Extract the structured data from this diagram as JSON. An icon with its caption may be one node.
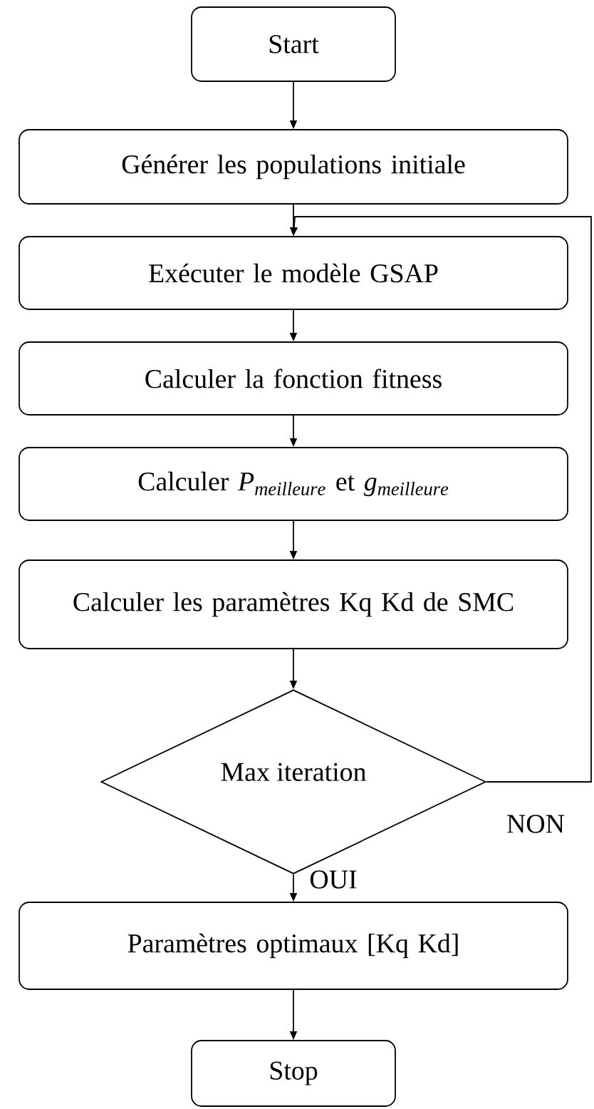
{
  "diagram": {
    "nodes": [
      {
        "text": [
          "Start"
        ]
      },
      {
        "text": [
          "Générer les populations initiale"
        ]
      },
      {
        "text": [
          "Exécuter le modèle GSAP"
        ]
      },
      {
        "text": [
          "Calculer la fonction fitness"
        ]
      },
      {
        "text": [
          "\\text{Calculer }P_{meilleure}\\text{ et }g_{meilleure}"
        ]
      },
      {
        "text": [
          "Calculer les paramètres Kq Kd de SMC"
        ]
      },
      {
        "text": [
          "Max iteration"
        ]
      },
      {
        "text": [
          "Paramètres optimaux [Kq Kd]"
        ]
      },
      {
        "text": [
          "Stop"
        ]
      }
    ],
    "edges": [
      {
        "from": 0,
        "to": 1,
        "arrow": "to"
      },
      {
        "from": 1,
        "to": 2,
        "arrow": "to"
      },
      {
        "from": 2,
        "to": 3,
        "arrow": "to"
      },
      {
        "from": 3,
        "to": 4,
        "arrow": "to"
      },
      {
        "from": 4,
        "to": 5,
        "arrow": "to"
      },
      {
        "from": 5,
        "to": 6,
        "arrow": "to"
      },
      {
        "from": 6,
        "to": 7,
        "arrow": "to",
        "label": "OUI"
      },
      {
        "from": 7,
        "to": 8,
        "arrow": "to"
      },
      {
        "from": 6,
        "to": 2,
        "arrow": "to",
        "label": "NON"
      }
    ]
  }
}
